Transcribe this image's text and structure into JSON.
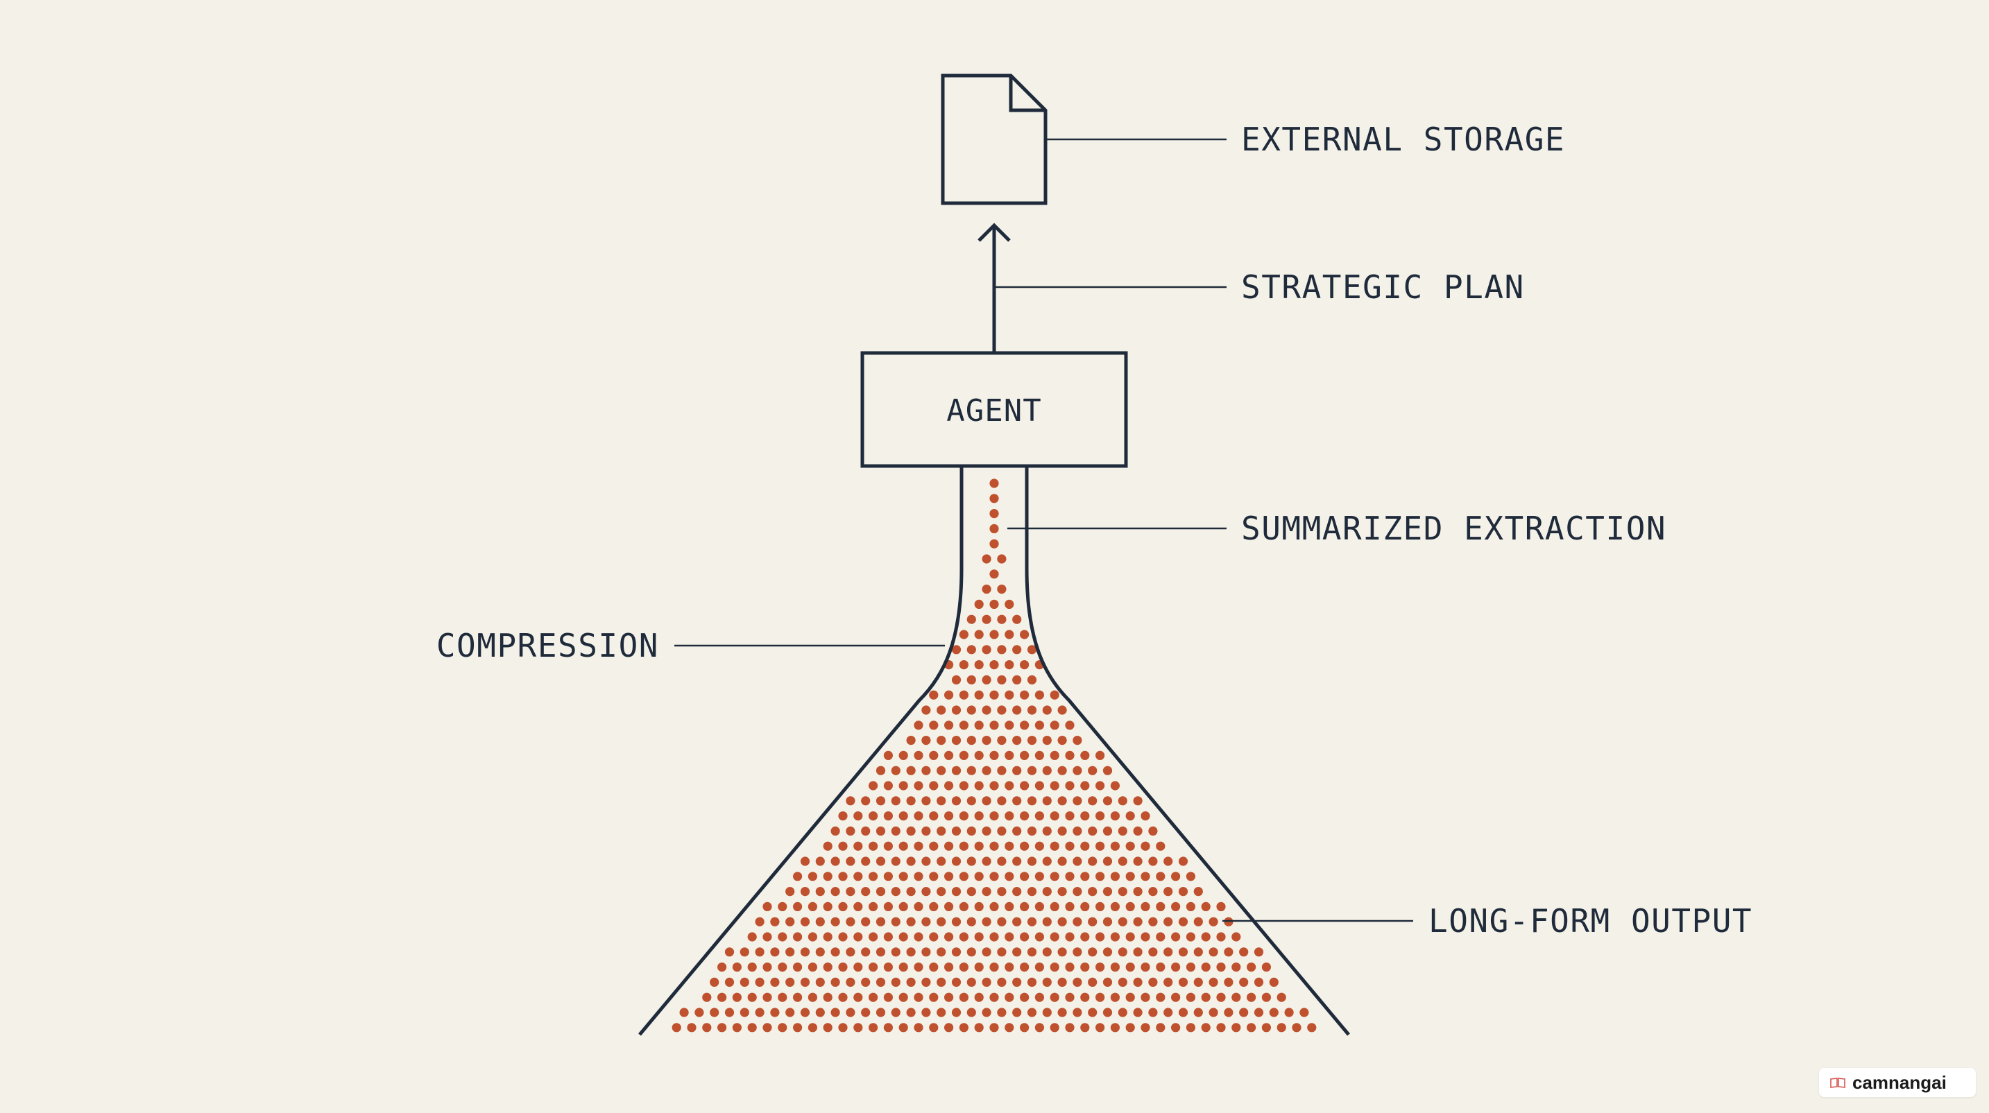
{
  "diagram": {
    "labels": {
      "external_storage": "EXTERNAL STORAGE",
      "strategic_plan": "STRATEGIC PLAN",
      "agent": "AGENT",
      "summarized_extraction": "SUMMARIZED EXTRACTION",
      "compression": "COMPRESSION",
      "long_form_output": "LONG-FORM OUTPUT"
    },
    "colors": {
      "background": "#f4f2e8",
      "ink": "#1f2a3b",
      "dots": "#c0512f"
    }
  },
  "watermark": {
    "text": "camnangai",
    "icon": "book-icon"
  }
}
